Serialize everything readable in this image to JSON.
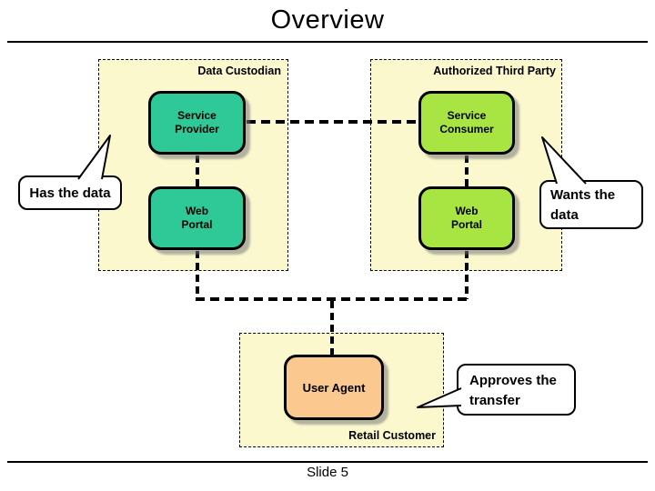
{
  "slide": {
    "title": "Overview",
    "footer": "Slide 5"
  },
  "containers": {
    "data_custodian": {
      "label": "Data Custodian"
    },
    "authorized_third_party": {
      "label": "Authorized Third Party"
    },
    "retail_customer": {
      "label": "Retail Customer"
    }
  },
  "nodes": {
    "service_provider": {
      "line1": "Service",
      "line2": "Provider",
      "fill": "#2FC998"
    },
    "web_portal_left": {
      "line1": "Web",
      "line2": "Portal",
      "fill": "#2FC998"
    },
    "service_consumer": {
      "line1": "Service",
      "line2": "Consumer",
      "fill": "#A9E542"
    },
    "web_portal_right": {
      "line1": "Web",
      "line2": "Portal",
      "fill": "#A9E542"
    },
    "user_agent": {
      "label": "User Agent",
      "fill": "#FBC890"
    }
  },
  "callouts": {
    "has_the_data": {
      "text": "Has the data"
    },
    "wants_the_data": {
      "line1": "Wants the",
      "line2": "data"
    },
    "approves_the_transfer": {
      "line1": "Approves the",
      "line2": "transfer"
    }
  },
  "colors": {
    "container_fill": "#FBF8CE",
    "provider_side_fill": "#2FC998",
    "consumer_side_fill": "#A9E542",
    "user_agent_fill": "#FBC890",
    "callout_fill": "#FFFFFF",
    "line_color": "#000000"
  }
}
